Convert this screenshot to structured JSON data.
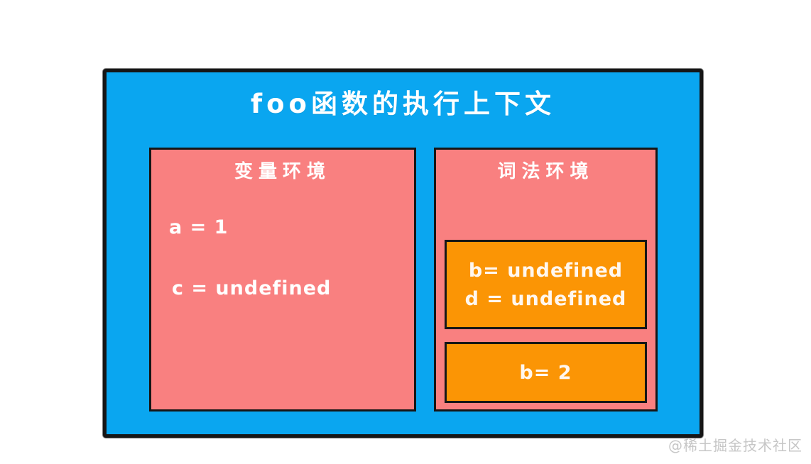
{
  "diagram": {
    "title": "foo函数的执行上下文",
    "variable_environment": {
      "header": "变量环境",
      "entries": [
        "a = 1",
        "c = undefined"
      ]
    },
    "lexical_environment": {
      "header": "词法环境",
      "scope_blocks": [
        {
          "lines": [
            "b= undefined",
            "d = undefined"
          ]
        },
        {
          "lines": [
            "b= 2"
          ]
        }
      ]
    },
    "colors": {
      "container_fill": "#0aa6f0",
      "environment_fill": "#f98080",
      "scope_block_fill": "#fb9505",
      "border": "#161616",
      "text": "#ffffff",
      "watermark": "#c6c6c6"
    },
    "watermark": "@稀土掘金技术社区"
  }
}
